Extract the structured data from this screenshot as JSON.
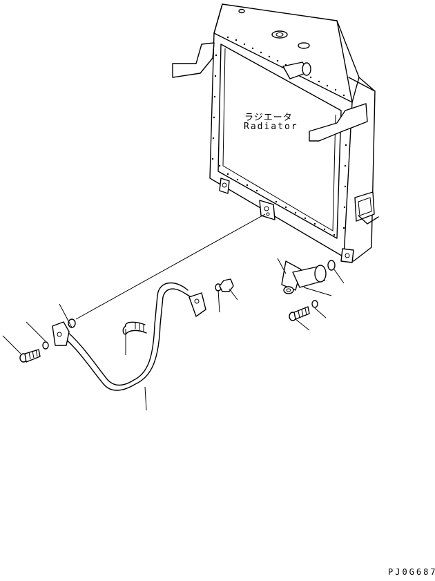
{
  "labels": {
    "component_jp": "ラジエータ",
    "component_en": "Radiator",
    "drawing_code": "PJ0G687"
  }
}
